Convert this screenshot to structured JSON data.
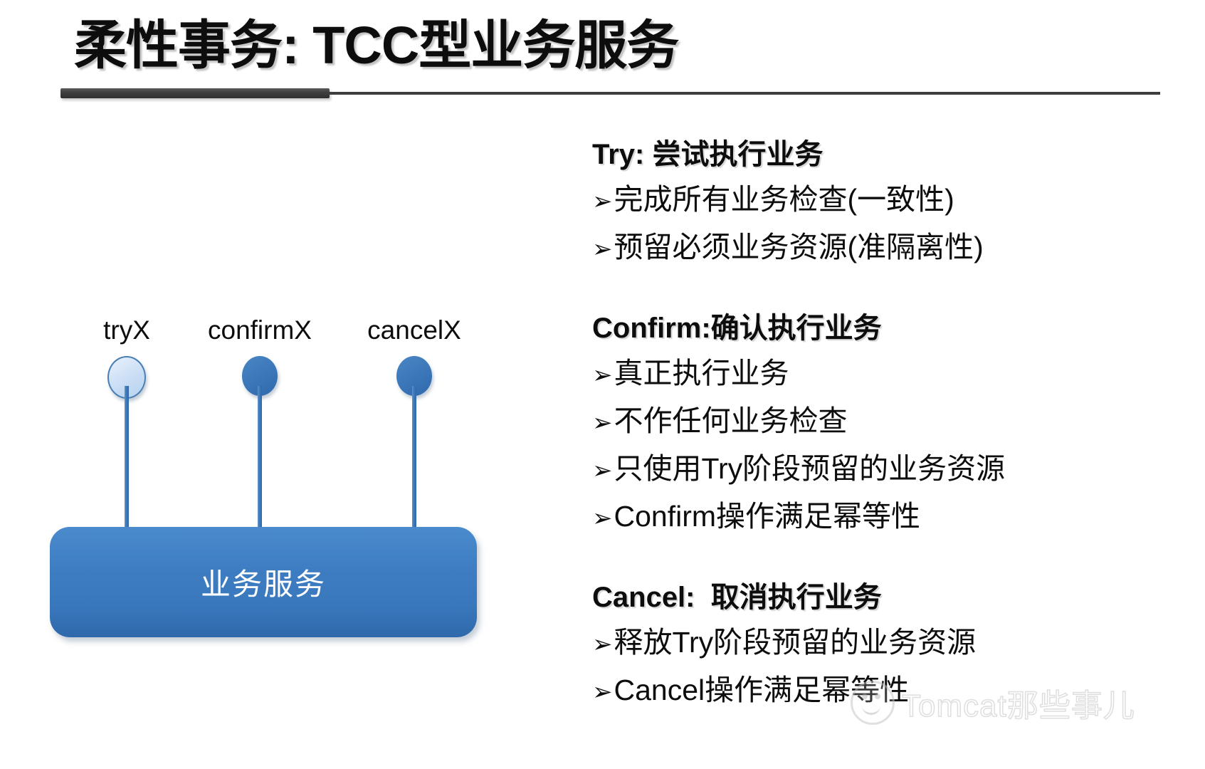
{
  "slide": {
    "title": "柔性事务: TCC型业务服务",
    "background_color": "#ffffff",
    "accent_color": "#3b76b8",
    "rule_color": "#3d3d3d"
  },
  "diagram": {
    "nodes": [
      {
        "label": "tryX",
        "dot_style": "light",
        "dot_fill": "#c7dcf4",
        "dot_border": "#4a7fb5"
      },
      {
        "label": "confirmX",
        "dot_style": "solid",
        "dot_fill": "#3b76b8",
        "dot_border": "#3b76b8"
      },
      {
        "label": "cancelX",
        "dot_style": "solid",
        "dot_fill": "#3b76b8",
        "dot_border": "#3b76b8"
      }
    ],
    "service_box": {
      "label": "业务服务",
      "fill": "#3e7dc2",
      "text_color": "#ffffff"
    }
  },
  "content": {
    "sections": [
      {
        "heading": "Try: 尝试执行业务",
        "bullets": [
          "完成所有业务检查(一致性)",
          "预留必须业务资源(准隔离性)"
        ]
      },
      {
        "heading": "Confirm:确认执行业务",
        "bullets": [
          "真正执行业务",
          "不作任何业务检查",
          "只使用Try阶段预留的业务资源",
          "Confirm操作满足幂等性"
        ]
      },
      {
        "heading": "Cancel:  取消执行业务",
        "bullets": [
          "释放Try阶段预留的业务资源",
          "Cancel操作满足幂等性"
        ]
      }
    ],
    "bullet_glyph": "➢"
  },
  "watermark": {
    "text": "Tomcat那些事儿",
    "color": "#c4c4c4"
  }
}
